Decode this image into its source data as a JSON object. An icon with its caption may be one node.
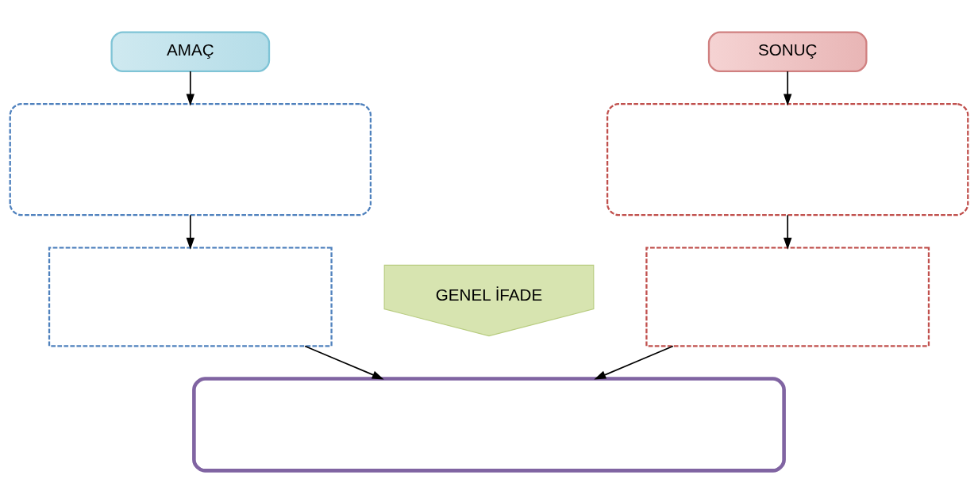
{
  "diagram": {
    "nodes": [
      {
        "text": [
          "AMAÇ"
        ]
      },
      {
        "text": [
          "SONUÇ"
        ]
      },
      {
        "text": [],
        "shape": "box"
      },
      {
        "text": [],
        "shape": "box"
      },
      {
        "text": [],
        "shape": "box"
      },
      {
        "text": [
          "GENEL İFADE"
        ]
      },
      {
        "text": [],
        "shape": "box"
      },
      {
        "text": [],
        "shape": "box"
      }
    ],
    "edges": [
      {
        "from": 0,
        "to": 2,
        "arrow": "to"
      },
      {
        "from": 1,
        "to": 3,
        "arrow": "to"
      },
      {
        "from": 2,
        "to": 4,
        "arrow": "to"
      },
      {
        "from": 3,
        "to": 6,
        "arrow": "to"
      },
      {
        "from": 4,
        "to": 7,
        "arrow": "to"
      },
      {
        "from": 6,
        "to": 7,
        "arrow": "to"
      }
    ]
  }
}
